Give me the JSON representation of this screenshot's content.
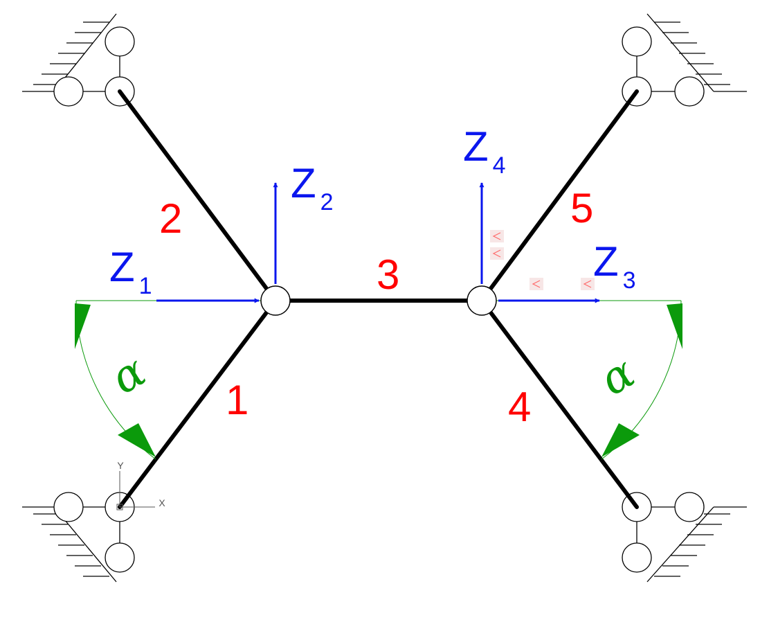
{
  "colors": {
    "member": "#000000",
    "member_label": "#ff0000",
    "unknown": "#0a16ee",
    "angle": "#0b9a0b",
    "ucs": "#555555",
    "grip": "#ff6a6a"
  },
  "members": [
    {
      "label": "1"
    },
    {
      "label": "2"
    },
    {
      "label": "3"
    },
    {
      "label": "4"
    },
    {
      "label": "5"
    }
  ],
  "unknowns": [
    {
      "main": "Z",
      "sub": "1"
    },
    {
      "main": "Z",
      "sub": "2"
    },
    {
      "main": "Z",
      "sub": "3"
    },
    {
      "main": "Z",
      "sub": "4"
    }
  ],
  "angles": [
    {
      "symbol": "α"
    },
    {
      "symbol": "α"
    }
  ],
  "ucs": {
    "x_label": "X",
    "y_label": "Y"
  }
}
